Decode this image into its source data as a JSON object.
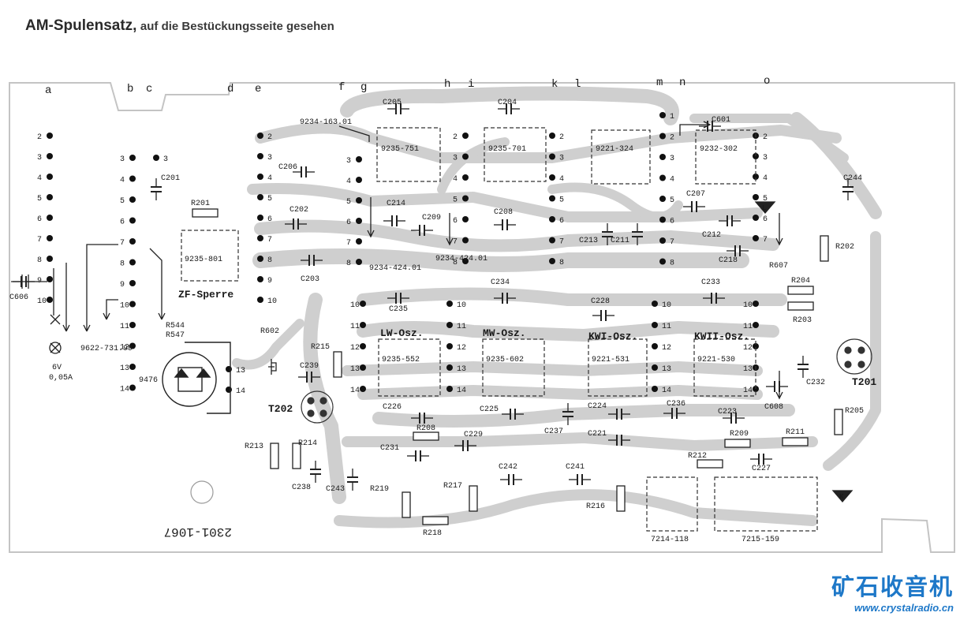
{
  "title": {
    "main": "AM-Spulensatz,",
    "sub": "auf die Bestückungsseite gesehen"
  },
  "watermark": {
    "site_name": "矿石收音机",
    "url": "www.crystalradio.cn"
  },
  "column_letters": [
    "a",
    "b",
    "c",
    "d",
    "e",
    "f",
    "g",
    "h",
    "i",
    "k",
    "l",
    "m",
    "n",
    "o"
  ],
  "coils": [
    {
      "id": "9235-751"
    },
    {
      "id": "9235-701"
    },
    {
      "id": "9221-324"
    },
    {
      "id": "9232-302"
    },
    {
      "id": "9235-801",
      "caption": "ZF-Sperre"
    },
    {
      "id": "9235-552",
      "caption": "LW-Osz."
    },
    {
      "id": "9235-602",
      "caption": "MW-Osz."
    },
    {
      "id": "9221-531",
      "caption": "KWI-Osz."
    },
    {
      "id": "9221-530",
      "caption": "KWII-Osz."
    },
    {
      "id": "7214-118"
    },
    {
      "id": "7215-159"
    }
  ],
  "capacitors": [
    "C205",
    "C204",
    "C601",
    "C206",
    "C201",
    "C202",
    "C214",
    "C209",
    "C208",
    "C207",
    "C212",
    "C213",
    "C211",
    "C218",
    "C244",
    "C203",
    "C606",
    "C234",
    "C235",
    "C233",
    "C228",
    "C239",
    "C226",
    "C225",
    "C224",
    "C236",
    "C223",
    "C237",
    "C221",
    "C229",
    "C231",
    "C232",
    "C238",
    "C243",
    "C242",
    "C241",
    "C227",
    "C608"
  ],
  "resistors": [
    "R201",
    "R202",
    "R204",
    "R203",
    "R215",
    "R208",
    "R209",
    "R211",
    "R212",
    "R205",
    "R213",
    "R214",
    "R219",
    "R217",
    "R216",
    "R218",
    "R544",
    "R547",
    "R602",
    "R607"
  ],
  "transistors": [
    "T202",
    "T201"
  ],
  "other_labels": [
    "9234-163.01",
    "9234-424.01",
    "9234-424.01",
    "9622-731.99",
    "9476",
    "6V",
    "0,05A",
    "2301-1067"
  ]
}
